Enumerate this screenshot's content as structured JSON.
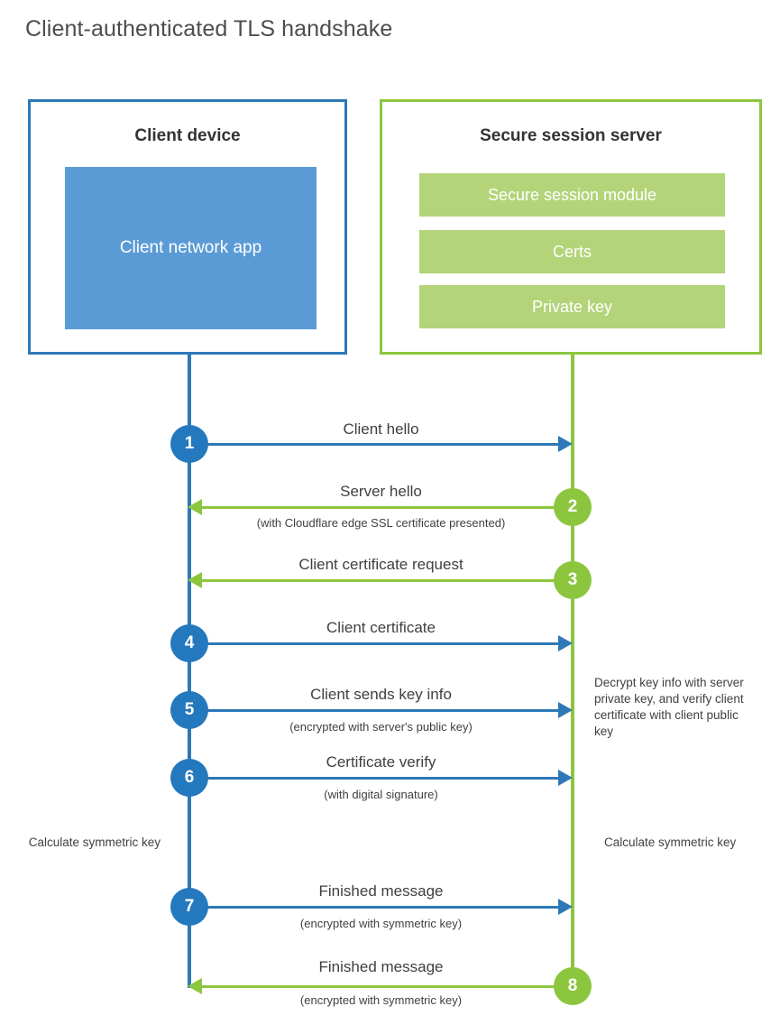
{
  "title": "Client-authenticated TLS handshake",
  "colors": {
    "blue_stroke": "#2e78b8",
    "blue_circle": "#2478bd",
    "blue_fill": "#5b9bd5",
    "green_stroke": "#8cc63e",
    "green_fill": "#b3d479",
    "text": "#404040"
  },
  "client": {
    "title": "Client device",
    "app_label": "Client network app"
  },
  "server": {
    "title": "Secure session server",
    "bars": [
      "Secure session module",
      "Certs",
      "Private key"
    ]
  },
  "steps": [
    {
      "number": "1",
      "label": "Client hello",
      "sublabel": "",
      "direction": "client-to-server",
      "side": "client"
    },
    {
      "number": "2",
      "label": "Server hello",
      "sublabel": "(with Cloudflare edge SSL certificate presented)",
      "direction": "server-to-client",
      "side": "server"
    },
    {
      "number": "3",
      "label": "Client certificate request",
      "sublabel": "",
      "direction": "server-to-client",
      "side": "server"
    },
    {
      "number": "4",
      "label": "Client certificate",
      "sublabel": "",
      "direction": "client-to-server",
      "side": "client"
    },
    {
      "number": "5",
      "label": "Client sends key info",
      "sublabel": "(encrypted with server's public key)",
      "direction": "client-to-server",
      "side": "client"
    },
    {
      "number": "6",
      "label": "Certificate verify",
      "sublabel": "(with digital signature)",
      "direction": "client-to-server",
      "side": "client"
    },
    {
      "number": "7",
      "label": "Finished message",
      "sublabel": "(encrypted with symmetric key)",
      "direction": "client-to-server",
      "side": "client"
    },
    {
      "number": "8",
      "label": "Finished message",
      "sublabel": "(encrypted with symmetric key)",
      "direction": "server-to-client",
      "side": "server"
    }
  ],
  "annotations": {
    "server_decrypt_note": "Decrypt key info with server private key, and verify client certificate with client public key",
    "client_calc_note": "Calculate symmetric key",
    "server_calc_note": "Calculate symmetric key"
  }
}
